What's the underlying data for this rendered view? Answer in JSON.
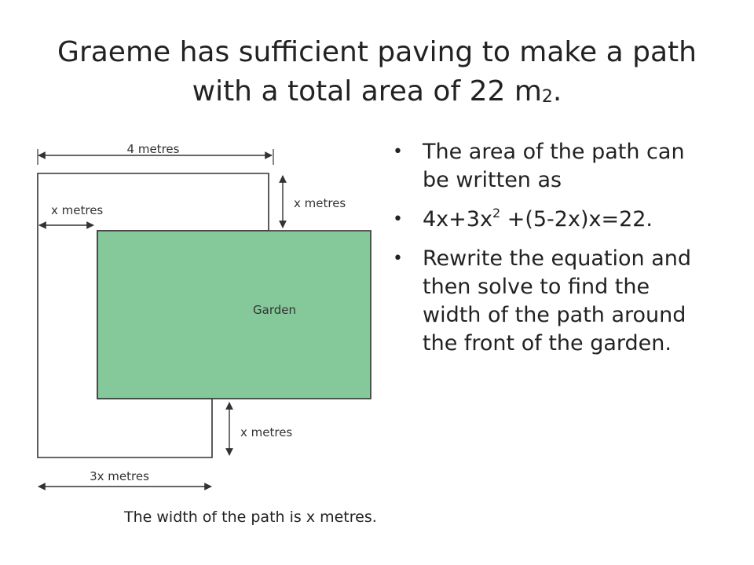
{
  "title": {
    "main": "Graeme has sufficient paving to make a path with a total area of 22 m",
    "unit_exponent": "2",
    "end": "."
  },
  "diagram": {
    "top_label": "4 metres",
    "left_label": "x metres",
    "right_top_label": "x metres",
    "garden_label": "Garden",
    "right_bottom_label": "x metres",
    "bottom_label": "3x metres",
    "colors": {
      "garden_fill": "#85c99b",
      "outline": "#333333"
    }
  },
  "bullets": [
    {
      "text": "The area of the path can be written as"
    },
    {
      "pre": "4x+3x",
      "sup": "2",
      "post": " +(5-2x)x=22."
    },
    {
      "text": "Rewrite the equation and then solve to find the width of the path around the front of the garden."
    }
  ],
  "caption": "The width of the path is x metres."
}
